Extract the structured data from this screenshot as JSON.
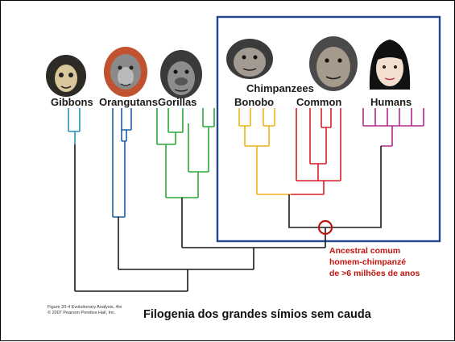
{
  "species_labels": {
    "gibbons": "Gibbons",
    "orangutans": "Orangutans",
    "gorillas": "Gorillas",
    "chimpanzees": "Chimpanzees",
    "bonobo": "Bonobo",
    "common": "Common",
    "humans": "Humans"
  },
  "annotation": {
    "line1": "Ancestral comum",
    "line2": "homem-chimpanzé",
    "line3": "de >6 milhões de anos"
  },
  "figure_credit": {
    "line1": "Figure 20-4  Evolutionary Analysis, 4/e",
    "line2": "© 2007 Pearson Prentice Hall, Inc."
  },
  "caption": "Filogenia dos grandes símios sem cauda",
  "colors": {
    "gibbons": "#2a8fc0",
    "orangutans": "#1f5fa8",
    "gorillas": "#2ca83a",
    "bonobo": "#f2b21b",
    "common": "#d71f26",
    "humans": "#b3288c",
    "trunk": "#1a1a1a",
    "box": "#24468c",
    "annotation": "#c0140c"
  }
}
